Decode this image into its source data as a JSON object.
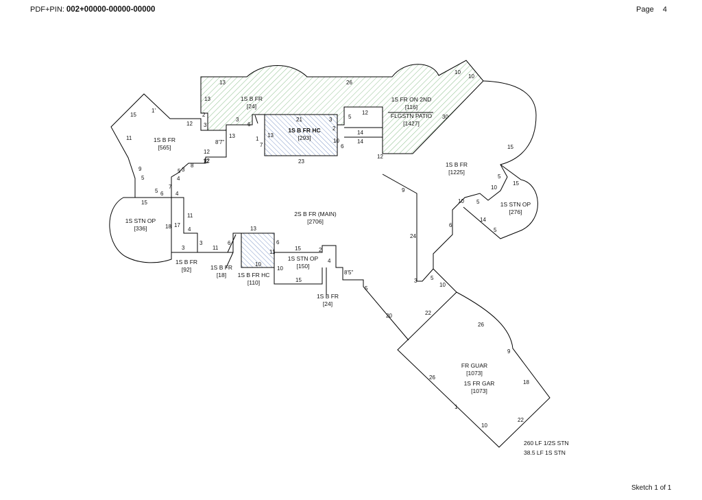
{
  "header": {
    "pin_label": "PDF+PIN:",
    "pin_value": "002+00000-00000-00000",
    "page_label": "Page",
    "page_number": "4"
  },
  "footer": {
    "sketch_label": "Sketch 1 of 1"
  },
  "areas": {
    "b_fr_24_top": {
      "name": "1S B FR",
      "sqft": "[24]"
    },
    "fr_on_2nd": {
      "name": "1S FR ON 2ND",
      "sqft": "[116]"
    },
    "flgstn_patio": {
      "name": "FLGSTN PATIO",
      "sqft": "[1427]"
    },
    "b_fr_hc_293": {
      "name": "1S B FR HC",
      "sqft": "[293]"
    },
    "b_fr_565": {
      "name": "1S B FR",
      "sqft": "[565]"
    },
    "b_fr_1225": {
      "name": "1S B FR",
      "sqft": "[1225]"
    },
    "stn_op_276": {
      "name": "1S STN OP",
      "sqft": "[276]"
    },
    "stn_op_336": {
      "name": "1S STN OP",
      "sqft": "[336]"
    },
    "main": {
      "name": "2S B FR (MAIN)",
      "sqft": "[2706]"
    },
    "b_fr_92": {
      "name": "1S B FR",
      "sqft": "[92]"
    },
    "b_fr_18": {
      "name": "1S B FR",
      "sqft": "[18]"
    },
    "b_fr_hc_110": {
      "name": "1S B FR HC",
      "sqft": "[110]"
    },
    "stn_op_150": {
      "name": "1S STN OP",
      "sqft": "[150]"
    },
    "b_fr_24_bottom": {
      "name": "1S B FR",
      "sqft": "[24]"
    },
    "fr_guar": {
      "name": "FR GUAR",
      "sqft": "[1073]"
    },
    "fr_gar": {
      "name": "1S FR GAR",
      "sqft": "[1073]"
    }
  },
  "notes": [
    "260 LF 1/2S STN",
    "38.5 LF 1S STN"
  ],
  "dims": [
    "13",
    "26",
    "10",
    "10",
    "13",
    "2",
    "3",
    "12",
    "15",
    "1'",
    "11",
    "9",
    "5",
    "5",
    "6",
    "7",
    "4",
    "15",
    "17",
    "18",
    "11",
    "4",
    "3",
    "3",
    "11",
    "6",
    "13",
    "6",
    "11",
    "10",
    "10",
    "15",
    "15",
    "2",
    "4",
    "8'5\"",
    "5",
    "20",
    "22",
    "26",
    "9",
    "18",
    "22",
    "10",
    "1",
    "26",
    "5",
    "3",
    "10",
    "24",
    "6",
    "10",
    "5",
    "14",
    "5",
    "10",
    "5",
    "15",
    "15",
    "12",
    "30",
    "9",
    "12",
    "5",
    "14",
    "14",
    "21",
    "3",
    "2",
    "10",
    "6",
    "23",
    "3",
    "6",
    "1",
    "7",
    "13",
    "13",
    "8'7\"",
    "12",
    "12",
    "5",
    "3",
    "8",
    "4",
    "12"
  ]
}
